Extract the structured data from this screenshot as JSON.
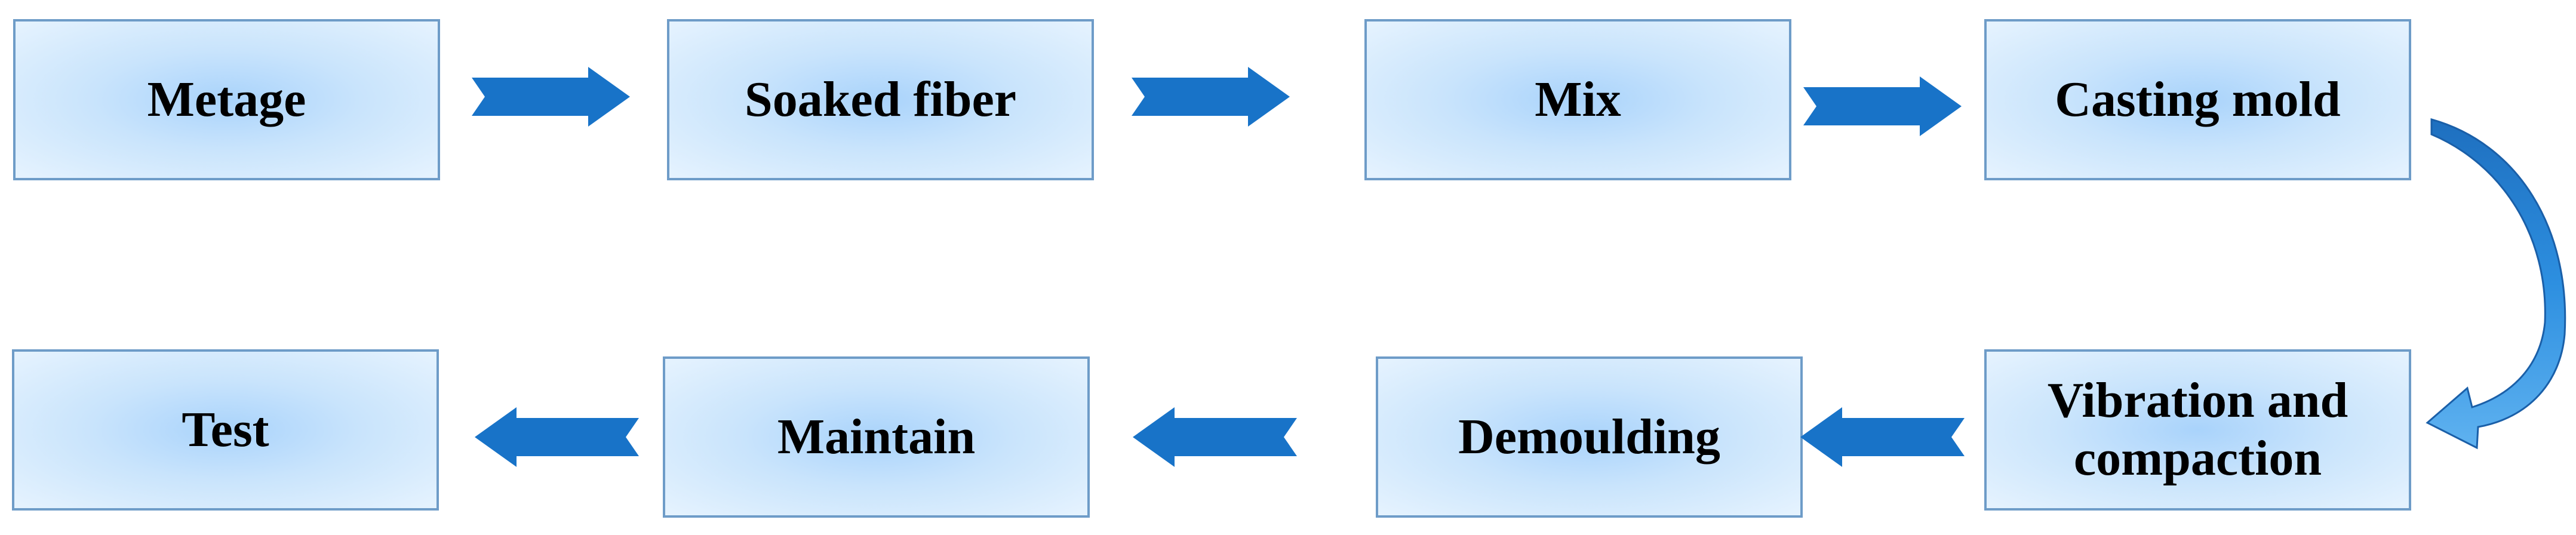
{
  "diagram": {
    "steps_row1": [
      "Metage",
      "Soaked fiber",
      "Mix",
      "Casting mold"
    ],
    "steps_row2": [
      "Vibration  and\ncompaction",
      "Demoulding",
      "Maintain",
      "Test"
    ],
    "colors": {
      "box_border": "#6e9cc8",
      "box_center": "#a9d3fb",
      "box_edge": "#e6f3fe",
      "arrow": "#1873c8"
    },
    "icons": {
      "row1_arrows": "arrow-right-icon",
      "row2_arrows": "arrow-left-icon",
      "connector": "curved-arrow-down-icon"
    }
  }
}
